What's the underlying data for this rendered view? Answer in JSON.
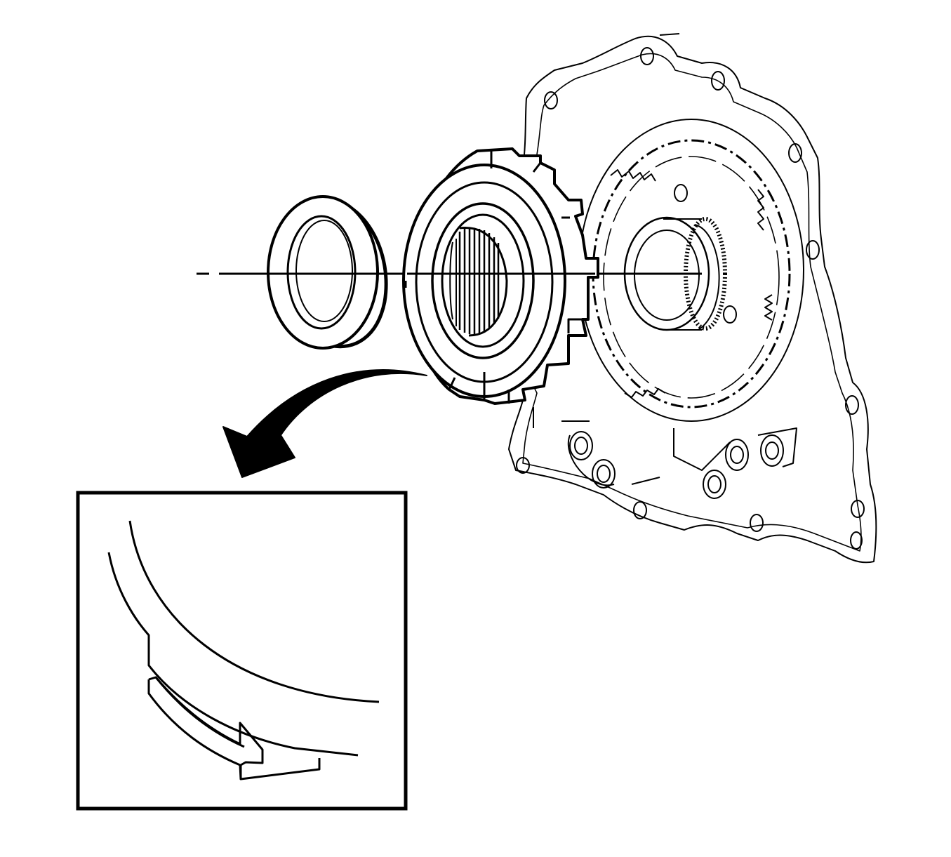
{
  "diagram": {
    "type": "exploded-view line illustration",
    "components": [
      {
        "name": "thrust-washer"
      },
      {
        "name": "clutch-hub-assembly"
      },
      {
        "name": "case-cover-housing"
      },
      {
        "name": "center-axis-line"
      },
      {
        "name": "direction-arrow"
      },
      {
        "name": "detail-inset"
      }
    ],
    "colors": {
      "line": "#000000",
      "fill": "#ffffff",
      "background": "#ffffff"
    }
  }
}
